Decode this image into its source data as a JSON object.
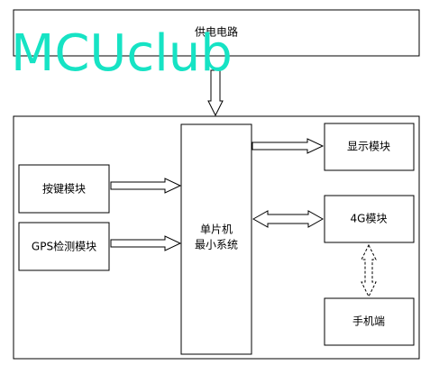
{
  "watermark": "MCUclub",
  "nodes": {
    "power": "供电电路",
    "mcu_line1": "单片机",
    "mcu_line2": "最小系统",
    "keys": "按键模块",
    "gps": "GPS检测模块",
    "display": "显示模块",
    "module_4g": "4G模块",
    "phone": "手机端"
  }
}
